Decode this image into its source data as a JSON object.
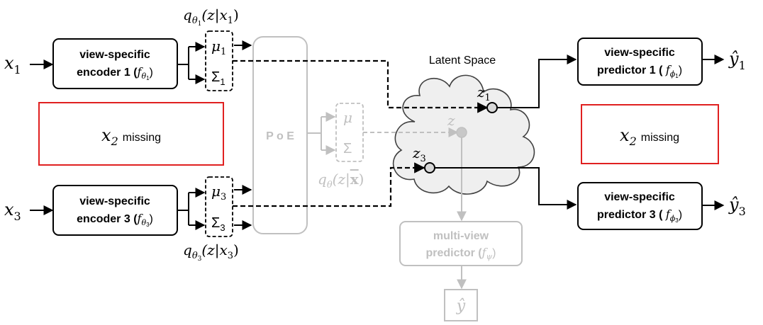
{
  "colors": {
    "ink": "#000000",
    "faded": "#c0c0c0",
    "missing_border": "#e02020",
    "cloud_fill": "#efefef",
    "cloud_stroke": "#404040"
  },
  "inputs": {
    "x1": {
      "base": "x",
      "sub": "1"
    },
    "x3": {
      "base": "x",
      "sub": "3"
    }
  },
  "encoders": {
    "enc1": {
      "line1": "view-specific",
      "line2": "encoder 1 (",
      "fn": "f",
      "fn_sub": "θ",
      "fn_sub2": "1",
      "close": ")"
    },
    "enc3": {
      "line1": "view-specific",
      "line2": "encoder 3 (",
      "fn": "f",
      "fn_sub": "θ",
      "fn_sub2": "3",
      "close": ")"
    }
  },
  "posteriors": {
    "q1": {
      "q": "q",
      "sub": "θ",
      "sub2": "1",
      "rest": "(z|x",
      "rest_sub": "1",
      "end": ")"
    },
    "q3": {
      "q": "q",
      "sub": "θ",
      "sub2": "3",
      "rest": "(z|x",
      "rest_sub": "3",
      "end": ")"
    },
    "qjoint": {
      "q": "q",
      "sub": "θ",
      "rest": "(z|",
      "xbar": "x",
      "end": ")"
    }
  },
  "params": {
    "mu1": {
      "sym": "μ",
      "sub": "1"
    },
    "sigma1": {
      "sym": "Σ",
      "sub": "1"
    },
    "mu3": {
      "sym": "μ",
      "sub": "3"
    },
    "sigma3": {
      "sym": "Σ",
      "sub": "3"
    },
    "mu_joint": "μ",
    "sigma_joint": "Σ"
  },
  "poe_label": "P o E",
  "missing": {
    "left": {
      "base": "x",
      "sub": "2",
      "text": "missing"
    },
    "right": {
      "base": "x",
      "sub": "2",
      "text": "missing"
    }
  },
  "latent": {
    "title": "Latent Space",
    "z": "z",
    "z1": {
      "base": "z",
      "sub": "1"
    },
    "z3": {
      "base": "z",
      "sub": "3"
    }
  },
  "predictors": {
    "pred1": {
      "line1": "view-specific",
      "line2": "predictor 1 ( ",
      "fn": "f",
      "fn_sub": "ϕ",
      "fn_sub2": "1",
      "close": ")"
    },
    "pred3": {
      "line1": "view-specific",
      "line2": "predictor 3 ( ",
      "fn": "f",
      "fn_sub": "ϕ",
      "fn_sub2": "3",
      "close": ")"
    },
    "multi": {
      "line1": "multi-view",
      "line2": "predictor (",
      "fn": "f",
      "fn_sub": "ψ",
      "close": ")"
    }
  },
  "outputs": {
    "y1": {
      "base": "ŷ",
      "sub": "1"
    },
    "y3": {
      "base": "ŷ",
      "sub": "3"
    },
    "y": "ŷ"
  }
}
